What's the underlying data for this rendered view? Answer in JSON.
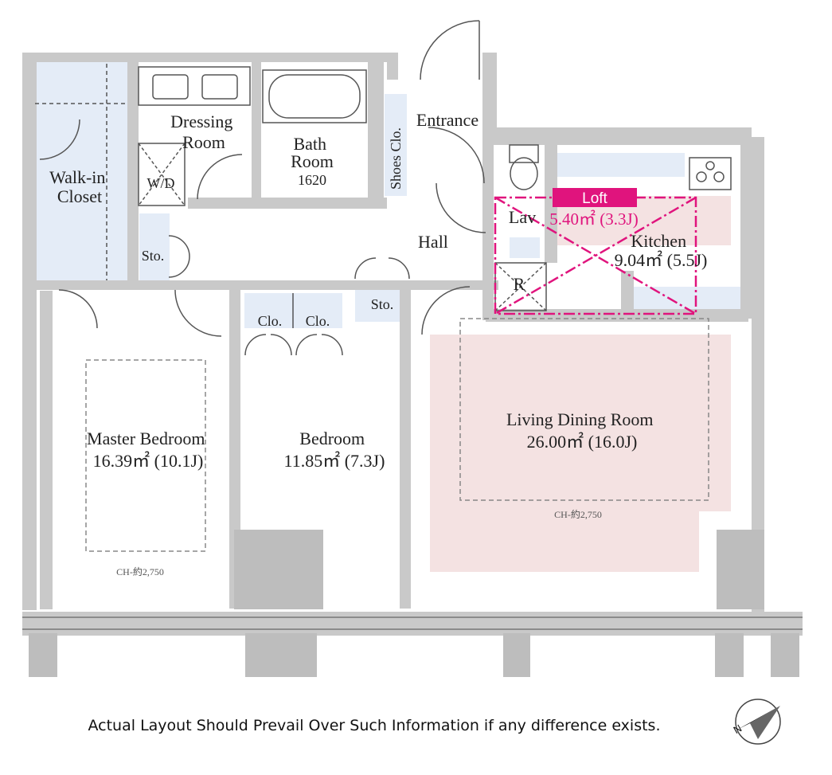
{
  "colors": {
    "wall": "#c9c9c9",
    "wall_dark": "#9a9a9a",
    "storage": "#e4ecf7",
    "pink_floor": "#f4e2e2",
    "loft": "#e0147d"
  },
  "rooms": {
    "walk_in_closet": [
      "Walk-in",
      "Closet"
    ],
    "dressing_room": [
      "Dressing",
      "Room"
    ],
    "wd": "W/D",
    "bath_room": [
      "Bath",
      "Room",
      "1620"
    ],
    "shoes_clo": "Shoes Clo.",
    "entrance": "Entrance",
    "lav": "Lav",
    "hall": "Hall",
    "kitchen": [
      "Kitchen",
      "9.04㎡ (5.5J)"
    ],
    "r": "R",
    "sto_left": "Sto.",
    "sto_hall": "Sto.",
    "clo_1": "Clo.",
    "clo_2": "Clo.",
    "master_bedroom": [
      "Master Bedroom",
      "16.39㎡ (10.1J)"
    ],
    "bedroom": [
      "Bedroom",
      "11.85㎡ (7.3J)"
    ],
    "living": [
      "Living Dining Room",
      "26.00㎡ (16.0J)"
    ],
    "ch_master": "CH-約2,750",
    "ch_living": "CH-約2,750"
  },
  "loft": {
    "tag": "Loft",
    "area": "5.40㎡ (3.3J)"
  },
  "compass": {
    "letter": "N",
    "icon": "north-arrow-icon"
  },
  "disclaimer": "Actual Layout Should Prevail Over Such Information if any difference exists."
}
